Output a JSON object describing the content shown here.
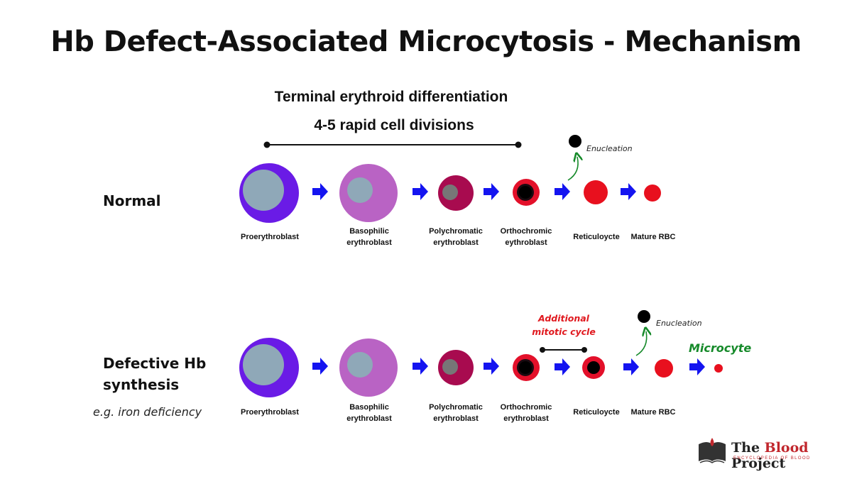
{
  "title": "Hb Defect-Associated Microcytosis - Mechanism",
  "subtitle_line1": "Terminal erythroid differentiation",
  "subtitle_line2": "4-5 rapid cell divisions",
  "normal": {
    "label": "Normal",
    "enucleation": "Enucleation",
    "cells": [
      {
        "line1": "Proerythroblast",
        "line2": ""
      },
      {
        "line1": "Basophilic",
        "line2": "erythroblast"
      },
      {
        "line1": "Polychromatic",
        "line2": "erythroblast"
      },
      {
        "line1": "Orthochromic",
        "line2": "eythroblast"
      },
      {
        "line1": "Reticuloycte",
        "line2": ""
      },
      {
        "line1": "Mature RBC",
        "line2": ""
      }
    ]
  },
  "defective": {
    "label_line1": "Defective Hb",
    "label_line2": "synthesis",
    "example": "e.g. iron deficiency",
    "additional_line1": "Additional",
    "additional_line2": "mitotic cycle",
    "enucleation": "Enucleation",
    "microcyte": "Microcyte",
    "cells": [
      {
        "line1": "Proerythroblast",
        "line2": ""
      },
      {
        "line1": "Basophilic",
        "line2": "erythroblast"
      },
      {
        "line1": "Polychromatic",
        "line2": "erythroblast"
      },
      {
        "line1": "Orthochromic",
        "line2": "erythroblast"
      },
      {
        "line1": "Reticuloycte",
        "line2": ""
      },
      {
        "line1": "Mature RBC",
        "line2": ""
      }
    ]
  },
  "logo": {
    "name_part1": "The ",
    "name_part2": "Blood",
    "name_part3": " Project",
    "tagline": "ENCYCLOPEDIA OF BLOOD"
  },
  "colors": {
    "proerythroblast": "#6a1be6",
    "basophilic": "#b963c4",
    "nucleus": "#8fa8b8",
    "polychromatic": "#a80b4f",
    "poly_nucleus": "#777777",
    "orthochromic": "#e3102a",
    "red_cell": "#e8101e",
    "arrow": "#1414f0",
    "enucleation_arrow": "#168a2a",
    "additional_text": "#e0191f",
    "microcyte_text": "#168a2a"
  }
}
